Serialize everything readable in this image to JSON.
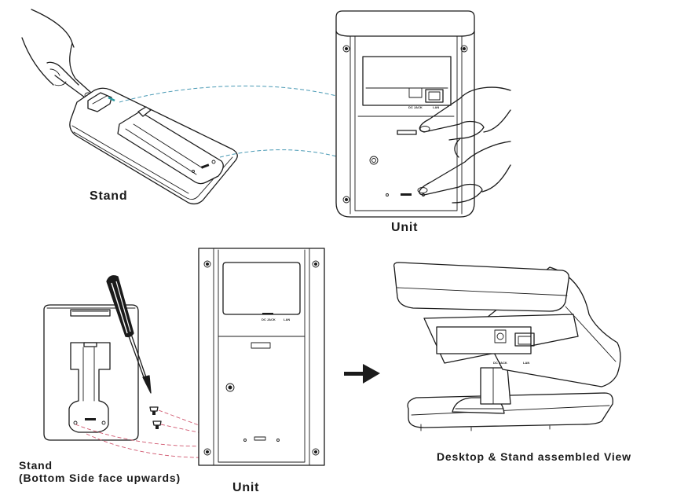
{
  "figure": {
    "type": "assembly-instruction-diagram",
    "panels": [
      {
        "id": "step-1",
        "stand_label": "Stand",
        "unit_label": "Unit",
        "unit_port_labels": [
          "DC JACK",
          "LAN"
        ]
      },
      {
        "id": "step-2",
        "stand_label_line1": "Stand",
        "stand_label_line2": "(Bottom Side face upwards)",
        "unit_label": "Unit",
        "unit_port_labels": [
          "DC JACK",
          "LAN"
        ]
      },
      {
        "id": "result",
        "label": "Desktop & Stand assembled View",
        "unit_port_labels": [
          "DC JACK",
          "LAN"
        ]
      }
    ],
    "guide_line_colors": {
      "step_1": "#4a9ab5",
      "step_2": "#d0566e"
    },
    "arrow_icon": "right-arrow"
  }
}
